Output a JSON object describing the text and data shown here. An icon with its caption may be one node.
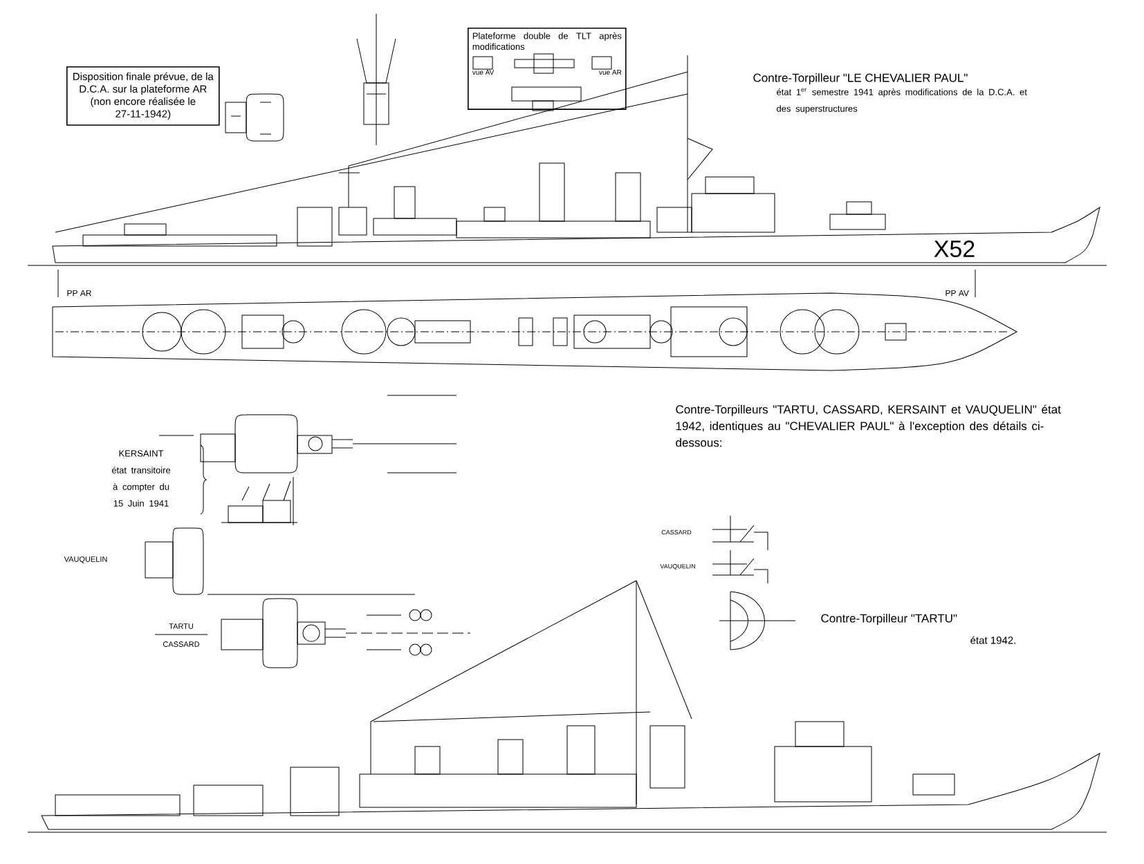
{
  "diagram": {
    "nodes": [
      {
        "text": [
          "Disposition finale prévue, de la D.C.A. sur la plateforme AR (non encore réalisée le 27-11-1942)"
        ]
      },
      {
        "text": [
          "Plateforme double de TLT après modifications",
          "vue AV",
          "vue AR"
        ]
      }
    ],
    "labels": [
      "Contre-Torpilleur \"LE CHEVALIER PAUL\"",
      "état 1$^{er}$ semestre 1941 après modifications de la D.C.A. et des superstructures",
      "X52",
      "PP AR",
      "PP AV",
      "Contre-Torpilleurs \"TARTU, CASSARD, KERSAINT et VAUQUELIN\" état 1942, identiques au \"CHEVALIER PAUL\" à l'exception des détails ci-dessous:",
      "KERSAINT",
      "état transitoire à compter du 15 Juin 1941",
      "VAUQUELIN",
      "TARTU",
      "CASSARD",
      "CASSARD",
      "VAUQUELIN",
      "Contre-Torpilleur \"TARTU\"",
      "état 1942."
    ]
  }
}
